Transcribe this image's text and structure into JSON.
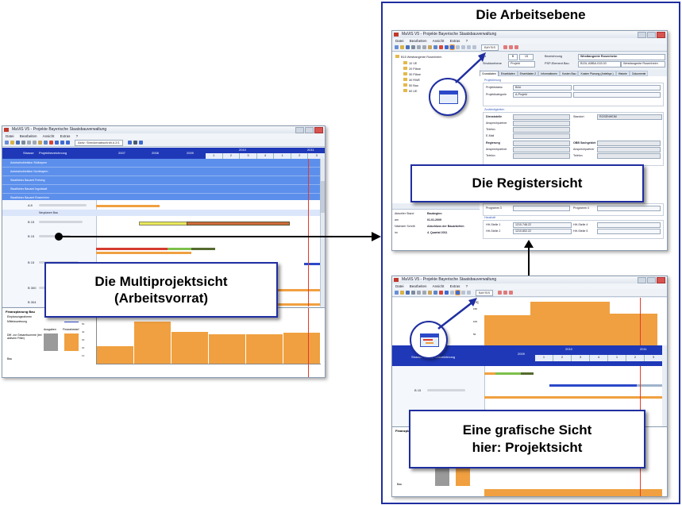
{
  "captions": {
    "workspace_title": "Die Arbeitsebene",
    "register_view": "Die Registersicht",
    "multiproject_line1": "Die Multiprojektsicht",
    "multiproject_line2": "(Arbeitsvorrat)",
    "graphic_line1": "Eine grafische Sicht",
    "graphic_line2": "hier: Projektsicht"
  },
  "window": {
    "title": "MaViS V5 - Projekte Bayerische Staatsbauverwaltung",
    "menu": [
      "Datei",
      "Bearbeiten",
      "Ansicht",
      "Extras",
      "?"
    ],
    "filter_label": "Aktiv: Streckenabschnitt A 2/1",
    "baysis_label": "BAYSIS"
  },
  "multiproject": {
    "col_strasse": "Strasse",
    "col_projekt": "Projektbezeichnung",
    "years": [
      "2007",
      "2008",
      "2009",
      "2010",
      "2011"
    ],
    "quarters": [
      "1",
      "2",
      "3",
      "4",
      "1",
      "2",
      "3"
    ],
    "group_rows": [
      "Autobahndirektion Südbayern",
      "Autobahndirektion Nordbayern",
      "Staatliches Bauamt Freising",
      "Staatliches Bauamt Ingolstadt",
      "Staatliches Bauamt Rosenheim"
    ],
    "subgroup": "Neuplanen Bau",
    "road_labels": [
      "A 8",
      "B 15",
      "B 15",
      "B 15",
      "B 300",
      "B 304"
    ],
    "finance_title": "Finanzplanung Bau",
    "legend_planned": "Einplanungsrahmen",
    "legend_mittel": "Mittelzuweisung",
    "unit": "[Mio €]",
    "diff_label": "Diff. zur Gesamtsumme (bei aktivem Filter)",
    "col_ausgaben": "Ausgaben",
    "col_finanzbedarf": "Finanzbedarf",
    "axis_values": [
      "60",
      "50",
      "40",
      "30",
      "20",
      "10",
      "0"
    ],
    "bau_label": "Bau",
    "bar_heights": [
      0.35,
      0.85,
      0.65,
      0.6,
      0.6,
      0.63
    ]
  },
  "register": {
    "tree_root": "B15 Westtangente Rosenheim",
    "tree_items": [
      "10 VE",
      "20 Pläne",
      "30 Pläne",
      "40 RWE",
      "50 Bau",
      "60 UE"
    ],
    "nr_label": "Nr",
    "nr_value": "B",
    "nr_value2": "15",
    "bezeichnung_label": "Bezeichnung",
    "bezeichnung_value": "Westtangente Rosenheim",
    "strukturebene_label": "Strukturebene",
    "strukturebene_value": "Projekt",
    "psp_label": "PSP-Element Bau",
    "psp_value": "B15L.ABBA.015.00",
    "psp_name": "Westtangente Rosenheim",
    "tabs": [
      "Grunddaten",
      "Einzeldaten",
      "Einzeldaten 2",
      "Informationen",
      "Kosten Bau",
      "Kosten Planung (Anteilspr.)",
      "Historie",
      "Dokumente"
    ],
    "section_projektierung": "Projektierung",
    "projektstatus_label": "Projektstatus",
    "projektstatus_value": "BAU",
    "projektkategorie_label": "Projektkategorie",
    "projektkategorie_value": "A-Projekt",
    "section_zustaendig": "Zuständigkeiten",
    "dienststelle_label": "Dienststelle",
    "ansprechpartner_label": "Ansprechpartner",
    "telefon_label": "Telefon",
    "email_label": "E-Mail",
    "regierung_label": "Regierung",
    "standort_label": "Standort",
    "standort_value": "ROSENHEIM",
    "obb_label": "OBB Sachgebiet",
    "section_haushalt": "Haushalt",
    "hh_stelle_1": "HH-Stelle 1",
    "hh_value_1": "1210.746.22",
    "hh_stelle_2": "HH-Stelle 2",
    "hh_value_2": "1210.802.22",
    "hh_stelle_4": "HH-Stelle 4",
    "hh_stelle_5": "HH-Stelle 5",
    "programm_label": "Programm 3",
    "programm_label2": "Programm 4",
    "status_aktuell": "Aktueller Stand",
    "status_aktuell_value": "Baubeginn",
    "status_am": "am",
    "status_am_value": "01.01.2009",
    "status_naechster": "Nächster Schritt",
    "status_naechster_value": "Abschluss der Bauarbeiten",
    "status_im": "im",
    "status_im_value": "4. Quartal 2011"
  },
  "projectview": {
    "col_strasse": "Strasse",
    "col_projekt": "Projektbezeichnung",
    "years": [
      "2009",
      "2010",
      "2011"
    ],
    "quarters": [
      "1",
      "2",
      "3",
      "4",
      "1",
      "2",
      "3"
    ],
    "road_label": "B 15",
    "finance_title": "Finanzplanung Bau",
    "unit": "[Mio €]",
    "bau_label": "Bau",
    "axis_values": [
      "150",
      "100",
      "50"
    ]
  },
  "colors": {
    "frame_blue": "#1f2ea0",
    "grid_blue": "#4d7ee0",
    "bar_orange": "#f0a040",
    "bar_red": "#d63b2f",
    "bar_green": "#7cc04a",
    "bar_yellow": "#e8e65a",
    "bar_navy": "#2b49c9",
    "today_red": "#e23a2a"
  }
}
